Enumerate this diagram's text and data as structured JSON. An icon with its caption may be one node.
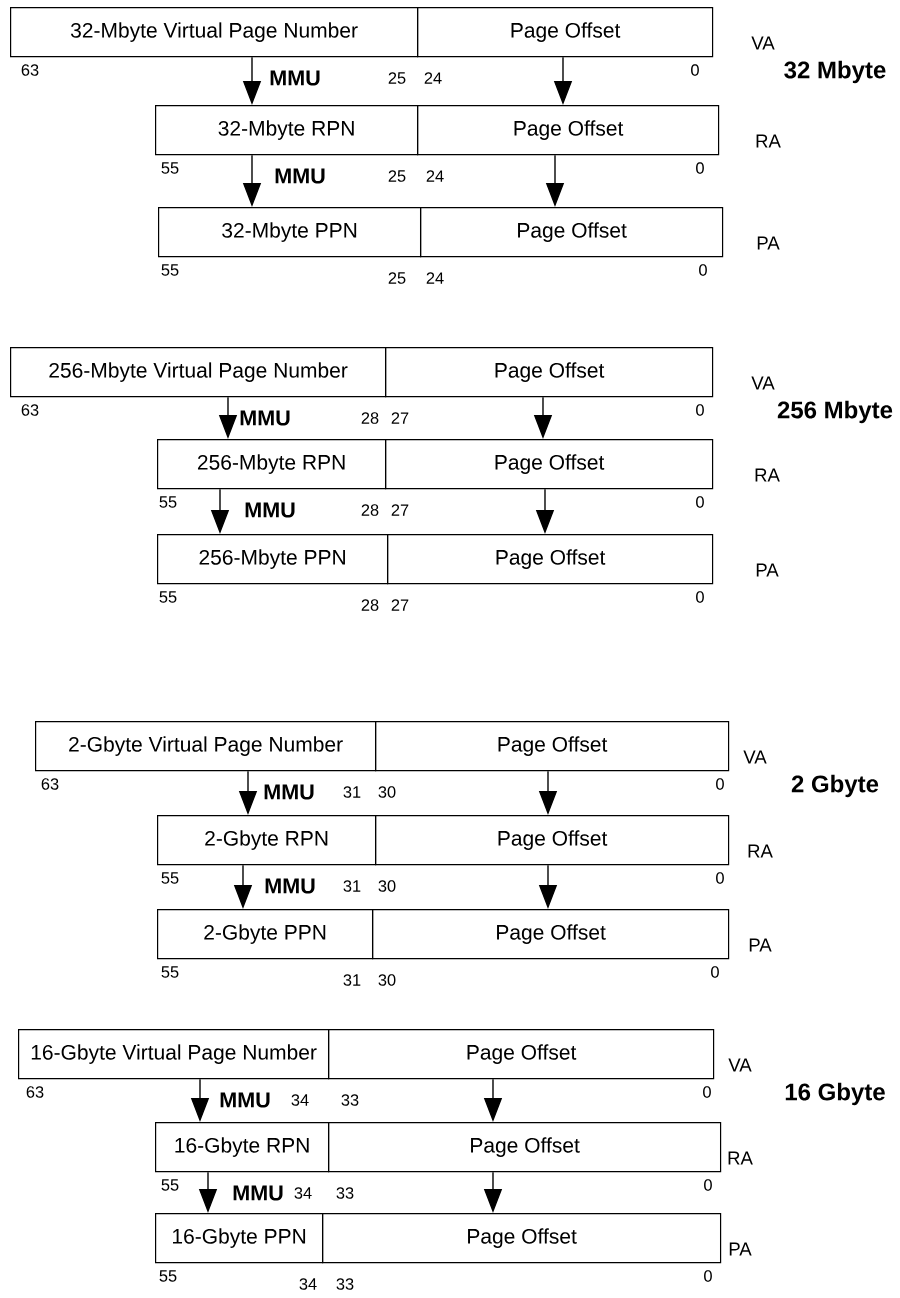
{
  "diagram": {
    "nodes": [
      {
        "text": [
          "32-Mbyte Virtual Page Number"
        ]
      },
      {
        "text": [
          "Page Offset"
        ]
      },
      {
        "text": [
          "32-Mbyte RPN"
        ]
      },
      {
        "text": [
          "Page Offset"
        ]
      },
      {
        "text": [
          "32-Mbyte PPN"
        ]
      },
      {
        "text": [
          "Page Offset"
        ]
      },
      {
        "text": [
          "256-Mbyte Virtual Page Number"
        ]
      },
      {
        "text": [
          "Page Offset"
        ]
      },
      {
        "text": [
          "256-Mbyte RPN"
        ]
      },
      {
        "text": [
          "Page Offset"
        ]
      },
      {
        "text": [
          "256-Mbyte PPN"
        ]
      },
      {
        "text": [
          "Page Offset"
        ]
      },
      {
        "text": [
          "2-Gbyte Virtual Page Number"
        ]
      },
      {
        "text": [
          "Page Offset"
        ]
      },
      {
        "text": [
          "2-Gbyte RPN"
        ]
      },
      {
        "text": [
          "Page Offset"
        ]
      },
      {
        "text": [
          "2-Gbyte PPN"
        ]
      },
      {
        "text": [
          "Page Offset"
        ]
      },
      {
        "text": [
          "16-Gbyte Virtual Page Number"
        ]
      },
      {
        "text": [
          "Page Offset"
        ]
      },
      {
        "text": [
          "16-Gbyte RPN"
        ]
      },
      {
        "text": [
          "Page Offset"
        ]
      },
      {
        "text": [
          "16-Gbyte PPN"
        ]
      },
      {
        "text": [
          "Page Offset"
        ]
      }
    ],
    "edges": [
      {
        "from": 0,
        "to": 2,
        "arrow": "to",
        "label": "MMU"
      },
      {
        "from": 1,
        "to": 3,
        "arrow": "to"
      },
      {
        "from": 2,
        "to": 4,
        "arrow": "to",
        "label": "MMU"
      },
      {
        "from": 3,
        "to": 5,
        "arrow": "to"
      },
      {
        "from": 6,
        "to": 8,
        "arrow": "to",
        "label": "MMU"
      },
      {
        "from": 7,
        "to": 9,
        "arrow": "to"
      },
      {
        "from": 8,
        "to": 10,
        "arrow": "to",
        "label": "MMU"
      },
      {
        "from": 9,
        "to": 11,
        "arrow": "to"
      },
      {
        "from": 12,
        "to": 14,
        "arrow": "to",
        "label": "MMU"
      },
      {
        "from": 13,
        "to": 15,
        "arrow": "to"
      },
      {
        "from": 14,
        "to": 16,
        "arrow": "to",
        "label": "MMU"
      },
      {
        "from": 15,
        "to": 17,
        "arrow": "to"
      },
      {
        "from": 18,
        "to": 20,
        "arrow": "to",
        "label": "MMU"
      },
      {
        "from": 19,
        "to": 21,
        "arrow": "to"
      },
      {
        "from": 20,
        "to": 22,
        "arrow": "to",
        "label": "MMU"
      },
      {
        "from": 21,
        "to": 23,
        "arrow": "to"
      }
    ],
    "labels": [
      "VA",
      "63",
      "25",
      "24",
      "0",
      "32 Mbyte",
      "RA",
      "55",
      "25",
      "24",
      "0",
      "PA",
      "55",
      "25",
      "24",
      "0",
      "VA",
      "63",
      "28",
      "27",
      "0",
      "256 Mbyte",
      "RA",
      "55",
      "28",
      "27",
      "0",
      "PA",
      "55",
      "28",
      "27",
      "0",
      "VA",
      "63",
      "31",
      "30",
      "0",
      "2 Gbyte",
      "RA",
      "55",
      "31",
      "30",
      "0",
      "PA",
      "55",
      "31",
      "30",
      "0",
      "VA",
      "63",
      "34",
      "33",
      "0",
      "16 Gbyte",
      "RA",
      "55",
      "34",
      "33",
      "0",
      "PA",
      "55",
      "34",
      "33",
      "0"
    ]
  }
}
